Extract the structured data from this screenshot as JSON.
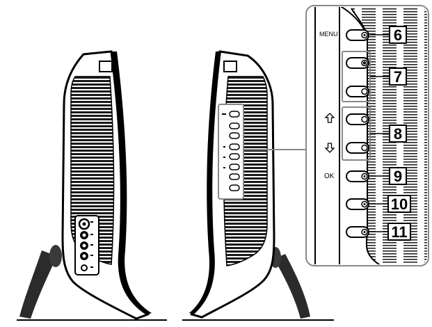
{
  "callout": {
    "labels": {
      "menu": "MENU",
      "ok": "OK"
    },
    "numbers": [
      "6",
      "7",
      "8",
      "9",
      "10",
      "11"
    ]
  },
  "colors": {
    "line": "#000000",
    "panel_border": "#888888",
    "grille": "#1a1a1a",
    "background": "#ffffff"
  },
  "icons": {
    "up": "up-arrow-icon",
    "down": "down-arrow-icon"
  }
}
